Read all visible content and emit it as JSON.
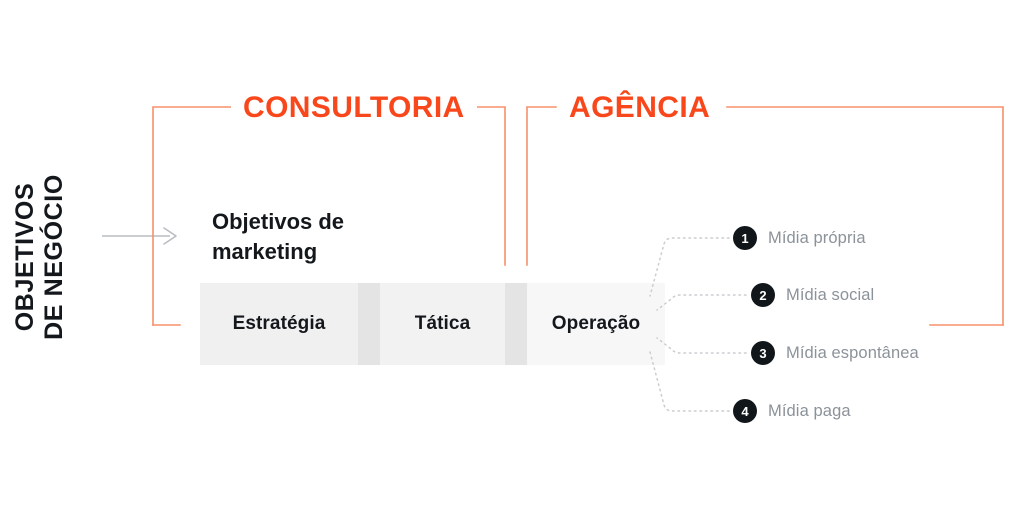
{
  "axis": {
    "label": "OBJETIVOS\nDE NEGÓCIO",
    "arrow_icon": "arrow-right-icon"
  },
  "brackets": [
    {
      "id": "consultoria",
      "title": "CONSULTORIA"
    },
    {
      "id": "agencia",
      "title": "AGÊNCIA"
    }
  ],
  "heading": {
    "text": "Objetivos de\nmarketing"
  },
  "stages": [
    {
      "label": "Estratégia"
    },
    {
      "label": "Tática"
    },
    {
      "label": "Operação"
    }
  ],
  "media": [
    {
      "number": "1",
      "label": "Mídia própria"
    },
    {
      "number": "2",
      "label": "Mídia social"
    },
    {
      "number": "3",
      "label": "Mídia espontânea"
    },
    {
      "number": "4",
      "label": "Mídia paga"
    }
  ],
  "colors": {
    "accent": "#f9471c",
    "bracket_line": "#f7906a",
    "text_dark": "#14181c",
    "text_muted": "#8b9299",
    "band_light": "#f0f0f0",
    "band_lighter": "#f7f7f7",
    "band_gap": "#e4e4e4",
    "circle": "#11161b",
    "arrow": "#b9bdc1",
    "connector": "#c9ccd0",
    "background": "#ffffff"
  }
}
